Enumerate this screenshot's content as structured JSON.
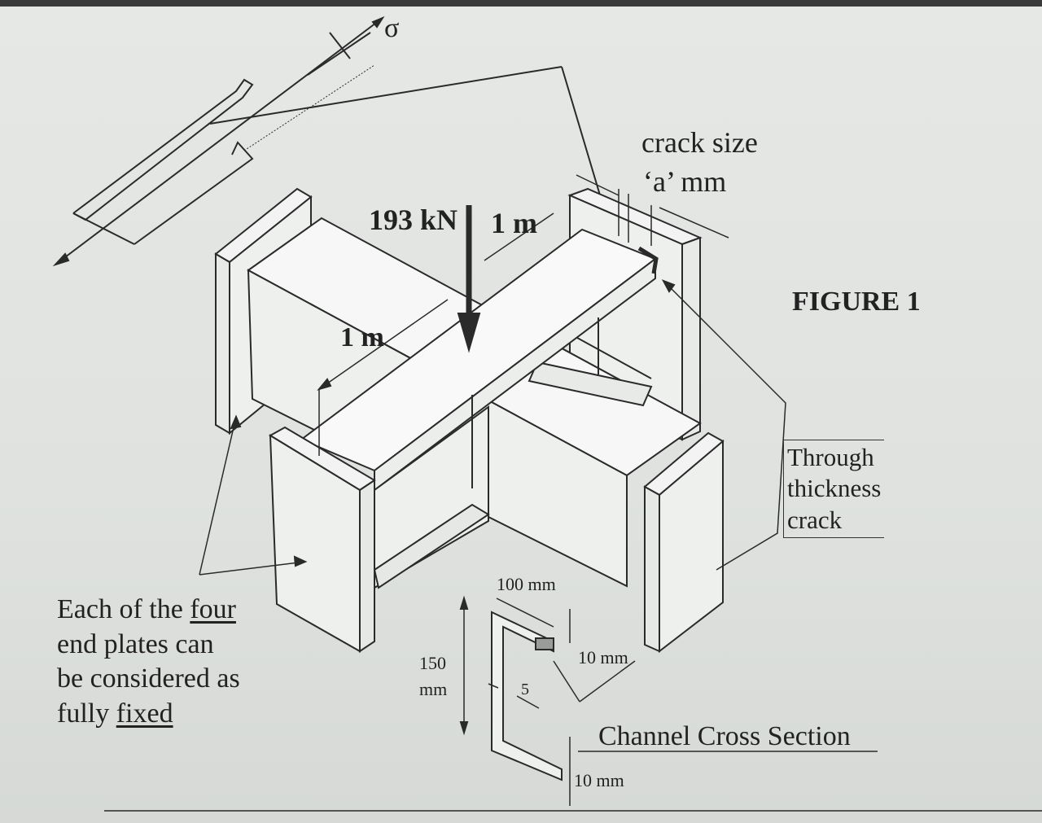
{
  "labels": {
    "sigma": "σ",
    "load": "193 kN",
    "span_top": "1 m",
    "span_left": "1 m",
    "crack_size_line1": "crack size",
    "crack_size_line2": "‘a’ mm",
    "figure_title": "FIGURE 1",
    "through_line1": "Through",
    "through_line2": "thickness",
    "through_line3": "crack",
    "endplates_line1_prefix": "Each of the ",
    "endplates_line1_under": "four",
    "endplates_line2": "end plates can",
    "endplates_line3": "be considered as",
    "endplates_line4_prefix": "fully ",
    "endplates_line4_under": "fixed",
    "dim_width": "100 mm",
    "dim_height_1": "150",
    "dim_height_2": "mm",
    "dim_web": "5",
    "dim_flange_top": "10 mm",
    "dim_flange_bottom": "10 mm",
    "section_title": "Channel Cross Section"
  }
}
